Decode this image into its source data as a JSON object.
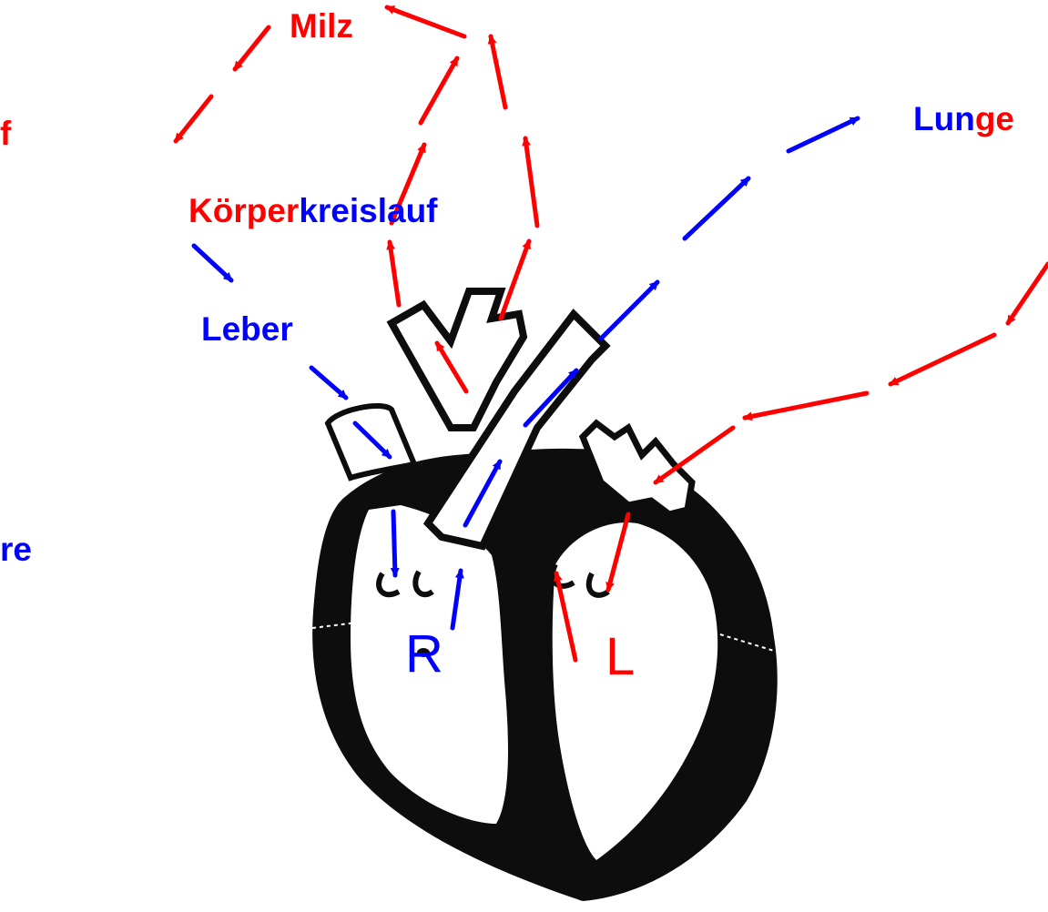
{
  "colors": {
    "red": "#ff0000",
    "blue": "#0000ff",
    "heart": "#0d0d0d",
    "background": "#ffffff"
  },
  "labels": {
    "milz": "Milz",
    "lunge_a": "Lun",
    "lunge_b": "ge",
    "kreislauf_a": "Körper",
    "kreislauf_b": "kreislauf",
    "leber": "Leber",
    "left_edge_top": "f",
    "left_edge_bottom": "re",
    "right_side": "R",
    "left_side": "L"
  },
  "icons": {
    "heart": "heart-illustration",
    "arrow": "arrow-icon"
  }
}
